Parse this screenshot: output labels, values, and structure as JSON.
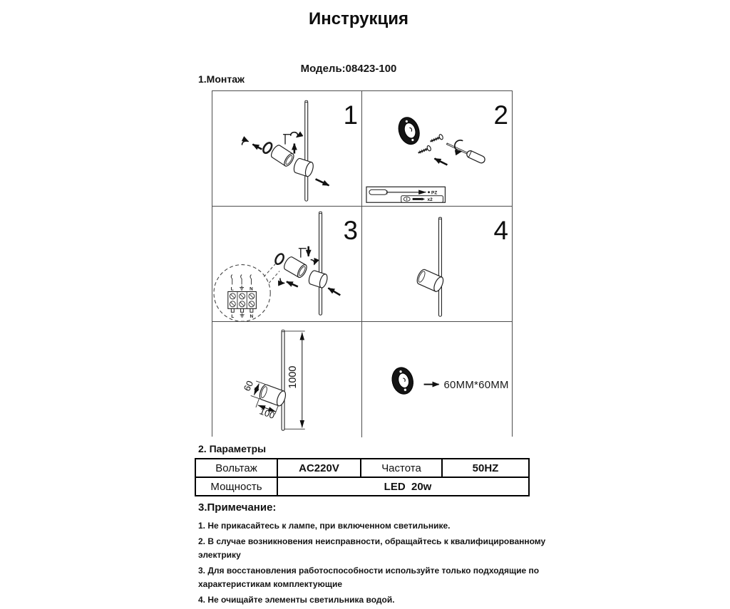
{
  "page": {
    "title": "Инструкция"
  },
  "model": {
    "label": "Модель:08423-100"
  },
  "montage": {
    "heading": "1.Монтаж",
    "step1": {
      "num": "1"
    },
    "step2": {
      "num": "2",
      "tool_label": "PZ",
      "screw_qty": "x2"
    },
    "step3": {
      "num": "3",
      "wire_live": "L",
      "wire_neutral": "N"
    },
    "step4": {
      "num": "4"
    },
    "dims": {
      "rod_length": "1000",
      "mount_diameter": "60",
      "mount_length": "100",
      "plate_size": "60MM*60MM"
    }
  },
  "params": {
    "heading": "2. Параметры",
    "rows": [
      {
        "c0": "Вольтаж",
        "c1": "AC220V",
        "c2": "Частота",
        "c3": "50HZ"
      },
      {
        "c0": "Мощность",
        "c1": "LED  20w"
      }
    ]
  },
  "notes": {
    "heading": "3.Примечание:",
    "items": [
      {
        "num": "1.",
        "text": "Не прикасайтесь к лампе, при включенном светильнике."
      },
      {
        "num": "2.",
        "text": "В случае возникновения неисправности, обращайтесь к квалифицированному электрику"
      },
      {
        "num": "3.",
        "text": "Для восстановления работоспособности используйте только подходящие по характеристикам комплектующие"
      },
      {
        "num": "4.",
        "text": "Не очищайте элементы светильника водой."
      }
    ]
  }
}
